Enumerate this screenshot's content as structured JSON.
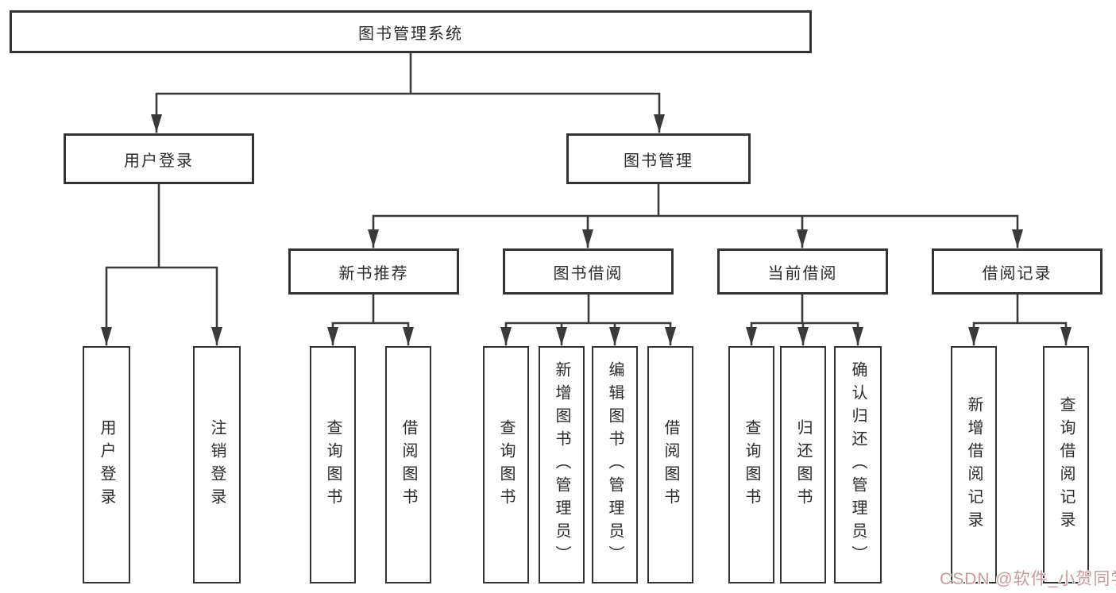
{
  "diagram": {
    "root": {
      "label": "图书管理系统"
    },
    "level1": [
      {
        "label": "用户登录"
      },
      {
        "label": "图书管理"
      }
    ],
    "level2": [
      {
        "label": "新书推荐"
      },
      {
        "label": "图书借阅"
      },
      {
        "label": "当前借阅"
      },
      {
        "label": "借阅记录"
      }
    ],
    "leaves": {
      "login": [
        "用户登录",
        "注销登录"
      ],
      "recommend": [
        "查询图书",
        "借阅图书"
      ],
      "borrow": [
        "查询图书",
        "新增图书（管理员）",
        "编辑图书（管理员）",
        "借阅图书"
      ],
      "current": [
        "查询图书",
        "归还图书",
        "确认归还（管理员）"
      ],
      "records": [
        "新增借阅记录",
        "查询借阅记录"
      ]
    }
  },
  "watermark": {
    "text": "CSDN @软件_小贺同学"
  },
  "colors": {
    "line": "#3a3a3a",
    "border": "#333333",
    "text": "#2b2b2b",
    "background": "#ffffff",
    "watermark": "#c79c9e"
  }
}
